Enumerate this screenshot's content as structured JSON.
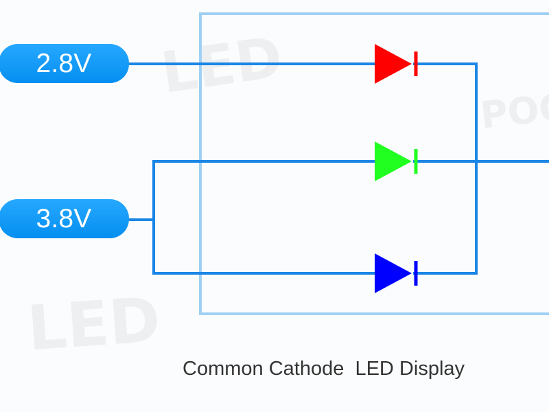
{
  "inputs": {
    "top_voltage": "2.8V",
    "bottom_voltage": "3.8V"
  },
  "caption": "Common Cathode  LED Display",
  "colors": {
    "wire": "#1b86e6",
    "frame": "#9fd0f4",
    "pill": "#0a95ff",
    "red_led": "#ff0000",
    "green_led": "#21ff21",
    "blue_led": "#0000ff"
  },
  "icons": [
    "red-led-icon",
    "green-led-icon",
    "blue-led-icon"
  ]
}
